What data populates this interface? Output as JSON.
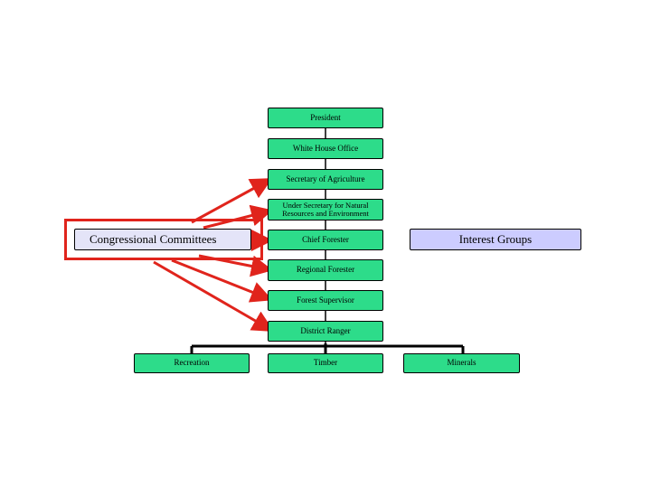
{
  "chart_data": {
    "type": "org-chart",
    "nodes": {
      "president": "President",
      "white_house_office": "White House Office",
      "secretary_agriculture": "Secretary of Agriculture",
      "under_secretary": "Under Secretary for Natural Resources and Environment",
      "chief_forester": "Chief Forester",
      "regional_forester": "Regional Forester",
      "forest_supervisor": "Forest Supervisor",
      "district_ranger": "District Ranger",
      "recreation": "Recreation",
      "timber": "Timber",
      "minerals": "Minerals",
      "congressional_committees": "Congressional Committees",
      "interest_groups": "Interest Groups"
    },
    "hierarchy": [
      "President",
      "White House Office",
      "Secretary of Agriculture",
      "Under Secretary for Natural Resources and Environment",
      "Chief Forester",
      "Regional Forester",
      "Forest Supervisor",
      "District Ranger"
    ],
    "leaves_under_district_ranger": [
      "Recreation",
      "Timber",
      "Minerals"
    ],
    "influence_arrows_from_congressional_committees": [
      "Secretary of Agriculture",
      "Under Secretary for Natural Resources and Environment",
      "Chief Forester",
      "Regional Forester",
      "Forest Supervisor",
      "District Ranger"
    ],
    "colors": {
      "box_fill": "#2ddc8a",
      "interest_fill": "#ccccff",
      "arrow": "#e0241c",
      "line": "#000000"
    }
  }
}
